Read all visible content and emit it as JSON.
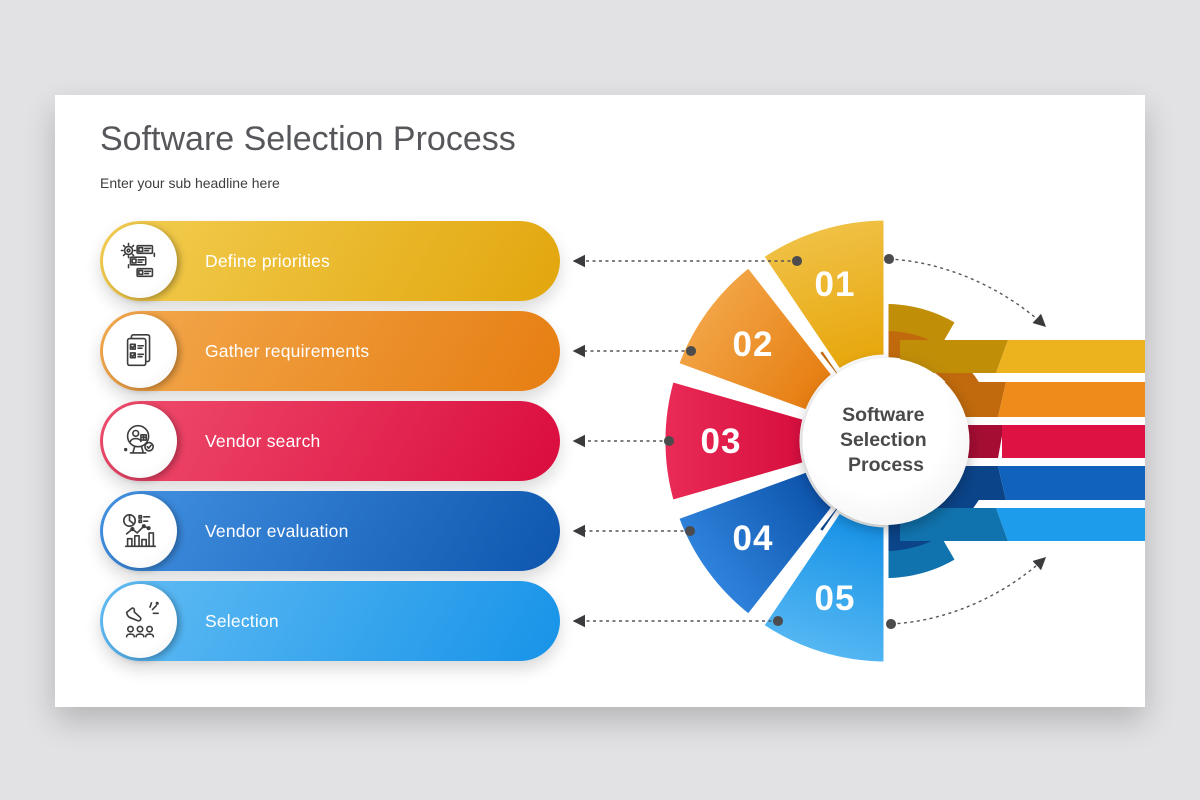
{
  "slide": {
    "title": "Software Selection Process",
    "subtitle": "Enter your sub headline here"
  },
  "center_label": {
    "lines": [
      "Software",
      "Selection",
      "Process"
    ]
  },
  "diagram": {
    "connector_color": "#55555a"
  },
  "steps": [
    {
      "number": "01",
      "label": "Define priorities",
      "icon": "priorities-icon",
      "colors": {
        "bar": "#ECB31F",
        "dark": "#C18E08",
        "main": "#E9AE1C"
      },
      "pill_style": "background:linear-gradient(120deg,#F3CE52,#E2A60D)"
    },
    {
      "number": "02",
      "label": "Gather requirements",
      "icon": "requirements-icon",
      "colors": {
        "bar": "#EE8B1B",
        "dark": "#C06A0D",
        "main": "#EC8A1E"
      },
      "pill_style": "background:linear-gradient(120deg,#F3A94E,#E67E12)"
    },
    {
      "number": "03",
      "label": "Vendor search",
      "icon": "vendor-search-icon",
      "colors": {
        "bar": "#DF1244",
        "dark": "#A50D33",
        "main": "#DD1243"
      },
      "pill_style": "background:linear-gradient(120deg,#F04E6E,#DA0C3E)"
    },
    {
      "number": "04",
      "label": "Vendor evaluation",
      "icon": "vendor-evaluation-icon",
      "colors": {
        "bar": "#1162BD",
        "dark": "#0B4489",
        "main": "#1160BC"
      },
      "pill_style": "background:linear-gradient(120deg,#4493E4,#0E56AE)"
    },
    {
      "number": "05",
      "label": "Selection",
      "icon": "selection-icon",
      "colors": {
        "bar": "#1E9CEC",
        "dark": "#1173AE",
        "main": "#1D9AE8"
      },
      "pill_style": "background:linear-gradient(120deg,#63BDF4,#1793E8)"
    }
  ]
}
